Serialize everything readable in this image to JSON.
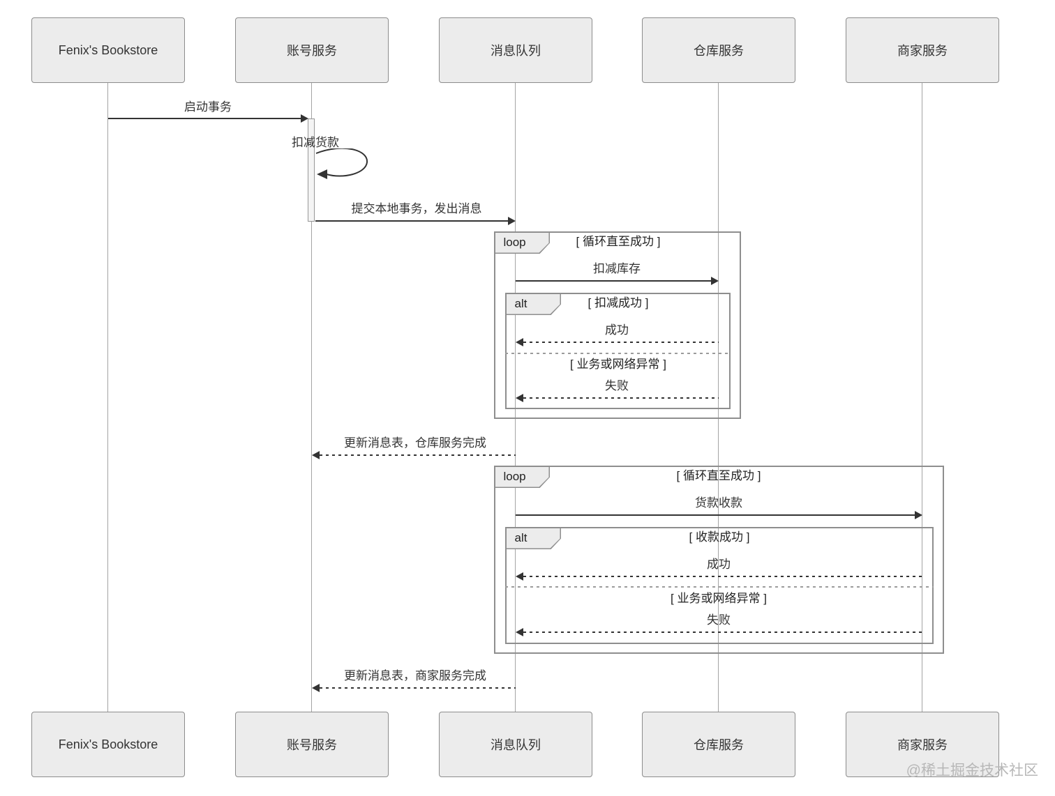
{
  "diagram_type": "uml-sequence-diagram",
  "participants": [
    {
      "name": "Fenix's Bookstore"
    },
    {
      "name": "账号服务"
    },
    {
      "name": "消息队列"
    },
    {
      "name": "仓库服务"
    },
    {
      "name": "商家服务"
    }
  ],
  "messages": {
    "start_transaction": {
      "label": "启动事务",
      "from": "Fenix's Bookstore",
      "to": "账号服务",
      "line": "solid"
    },
    "deduct_payment": {
      "label": "扣减货款",
      "from": "账号服务",
      "to": "账号服务",
      "line": "solid-self"
    },
    "commit_local_transaction": {
      "label": "提交本地事务，发出消息",
      "from": "账号服务",
      "to": "消息队列",
      "line": "solid"
    },
    "deduct_stock": {
      "label": "扣减库存",
      "from": "消息队列",
      "to": "仓库服务",
      "line": "solid"
    },
    "stock_success": {
      "label": "成功",
      "from": "仓库服务",
      "to": "消息队列",
      "line": "dashed"
    },
    "stock_fail": {
      "label": "失败",
      "from": "仓库服务",
      "to": "消息队列",
      "line": "dashed"
    },
    "update_message_warehouse_done": {
      "label": "更新消息表，仓库服务完成",
      "from": "消息队列",
      "to": "账号服务",
      "line": "dashed"
    },
    "collect_payment": {
      "label": "货款收款",
      "from": "消息队列",
      "to": "商家服务",
      "line": "solid"
    },
    "collect_success": {
      "label": "成功",
      "from": "商家服务",
      "to": "消息队列",
      "line": "dashed"
    },
    "collect_fail": {
      "label": "失败",
      "from": "商家服务",
      "to": "消息队列",
      "line": "dashed"
    },
    "update_message_merchant_done": {
      "label": "更新消息表，商家服务完成",
      "from": "消息队列",
      "to": "账号服务",
      "line": "dashed"
    }
  },
  "fragments": {
    "warehouse_loop": {
      "operator": "loop",
      "guard": "[ 循环直至成功 ]"
    },
    "warehouse_alt": {
      "operator": "alt",
      "guard_success": "[ 扣减成功 ]",
      "guard_failure": "[ 业务或网络异常 ]"
    },
    "merchant_loop": {
      "operator": "loop",
      "guard": "[ 循环直至成功 ]"
    },
    "merchant_alt": {
      "operator": "alt",
      "guard_success": "[ 收款成功 ]",
      "guard_failure": "[ 业务或网络异常 ]"
    }
  },
  "watermark": {
    "text": "@稀土掘金技术社区"
  },
  "colors": {
    "background": "#ffffff",
    "participant_fill": "#ececec",
    "participant_border": "#8c8c8c",
    "fragment_border": "#8e8e8e",
    "message_line": "#333333",
    "lifeline": "#a4a4a4",
    "divider": "#9b9b9b",
    "text": "#333333",
    "watermark": "#b7b7b7"
  }
}
